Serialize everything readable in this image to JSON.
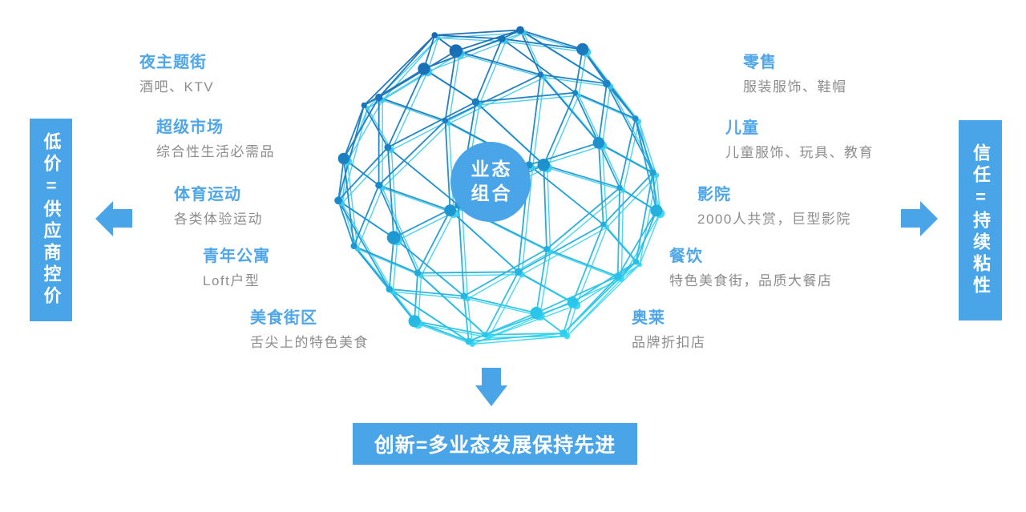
{
  "colors": {
    "accent": "#4aa5e8",
    "heading": "#4fa6e8",
    "desc_gray": "#8d8d8d",
    "edge_dark": "#1767b0",
    "edge_mid": "#1d93cf",
    "edge_light": "#2ed3f0",
    "cyan_top": "#3cc6ec",
    "cyan_bottom": "#2fd9f4"
  },
  "center_badge": {
    "line1": "业态",
    "line2": "组合"
  },
  "left_items": [
    {
      "title": "夜主题街",
      "desc": "酒吧、KTV"
    },
    {
      "title": "超级市场",
      "desc": "综合性生活必需品"
    },
    {
      "title": "体育运动",
      "desc": "各类体验运动"
    },
    {
      "title": "青年公寓",
      "desc": "Loft户型"
    },
    {
      "title": "美食街区",
      "desc": "舌尖上的特色美食"
    }
  ],
  "right_items": [
    {
      "title": "零售",
      "desc": "服装服饰、鞋帽"
    },
    {
      "title": "儿童",
      "desc": "儿童服饰、玩具、教育"
    },
    {
      "title": "影院",
      "desc": "2000人共赏，巨型影院"
    },
    {
      "title": "餐饮",
      "desc": "特色美食街，品质大餐店"
    },
    {
      "title": "奥莱",
      "desc": "品牌折扣店"
    }
  ],
  "banners": {
    "left": "低价=供应商控价",
    "right": "信任=持续粘性",
    "bottom": "创新=多业态发展保持先进"
  }
}
